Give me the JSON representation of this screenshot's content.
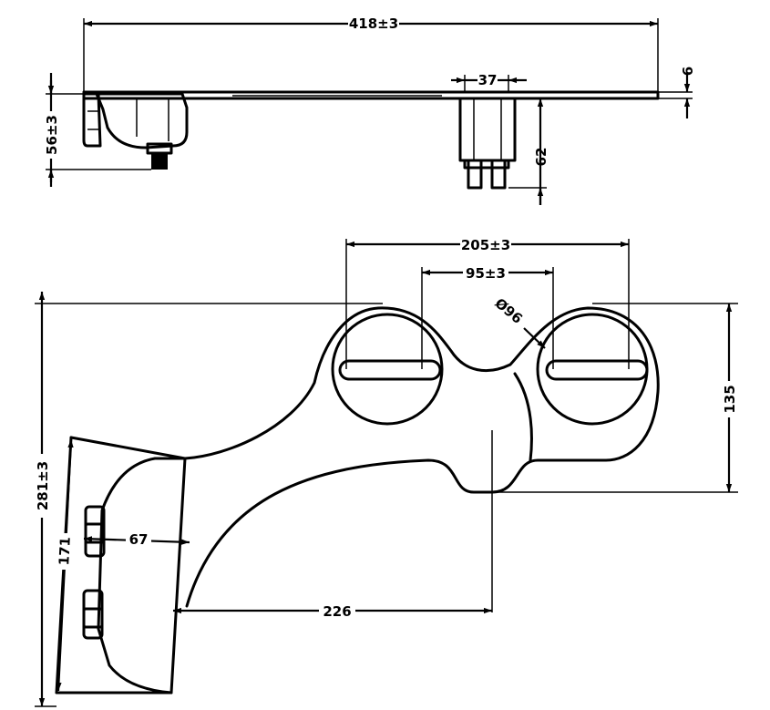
{
  "dimensions": {
    "overall_length": "418±3",
    "plate_thickness": "6",
    "side_height": "56±3",
    "post_width": "37",
    "post_height": "62",
    "hole_span_outer": "205±3",
    "hole_span_inner": "95±3",
    "hole_diameter": "Ø96",
    "depth": "135",
    "overall_width": "281±3",
    "knob_panel_height": "171",
    "knob_depth": "67",
    "nozzle_reach": "226"
  },
  "colors": {
    "line": "#000000",
    "background": "#ffffff"
  }
}
